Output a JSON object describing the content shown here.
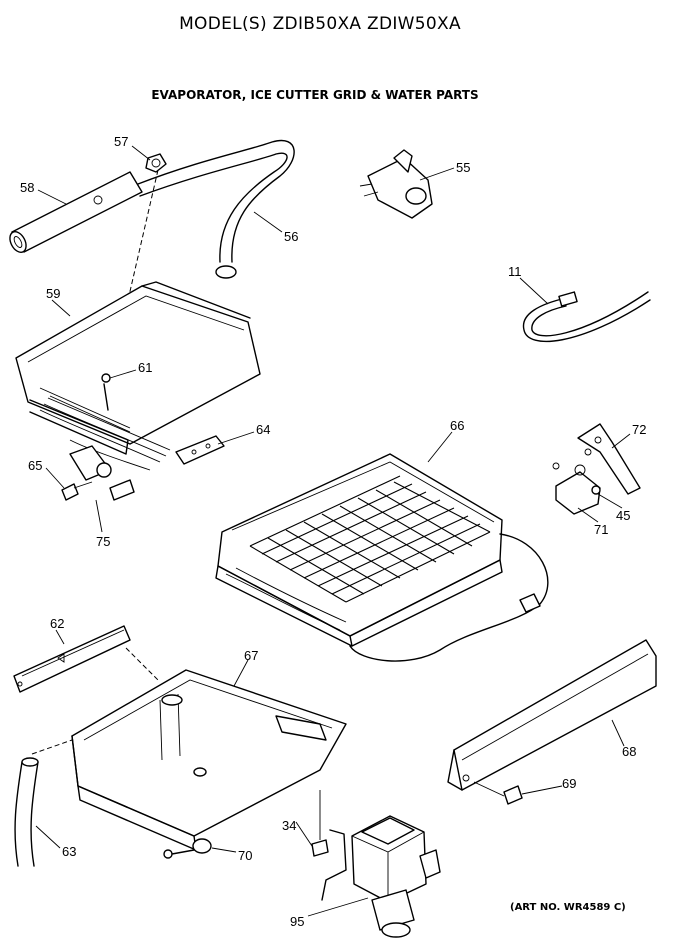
{
  "header": {
    "title": "MODEL(S) ZDIB50XA  ZDIW50XA",
    "subtitle": "EVAPORATOR, ICE CUTTER GRID & WATER PARTS",
    "art_number": "(ART NO. WR4589 C)"
  },
  "parts": [
    {
      "id": "p57",
      "label": "57"
    },
    {
      "id": "p58",
      "label": "58"
    },
    {
      "id": "p56",
      "label": "56"
    },
    {
      "id": "p55",
      "label": "55"
    },
    {
      "id": "p11",
      "label": "11"
    },
    {
      "id": "p59",
      "label": "59"
    },
    {
      "id": "p61",
      "label": "61"
    },
    {
      "id": "p64",
      "label": "64"
    },
    {
      "id": "p66",
      "label": "66"
    },
    {
      "id": "p72",
      "label": "72"
    },
    {
      "id": "p45",
      "label": "45"
    },
    {
      "id": "p71",
      "label": "71"
    },
    {
      "id": "p65",
      "label": "65"
    },
    {
      "id": "p75",
      "label": "75"
    },
    {
      "id": "p62",
      "label": "62"
    },
    {
      "id": "p67",
      "label": "67"
    },
    {
      "id": "p68",
      "label": "68"
    },
    {
      "id": "p69",
      "label": "69"
    },
    {
      "id": "p63",
      "label": "63"
    },
    {
      "id": "p34",
      "label": "34"
    },
    {
      "id": "p70",
      "label": "70"
    },
    {
      "id": "p95",
      "label": "95"
    }
  ]
}
